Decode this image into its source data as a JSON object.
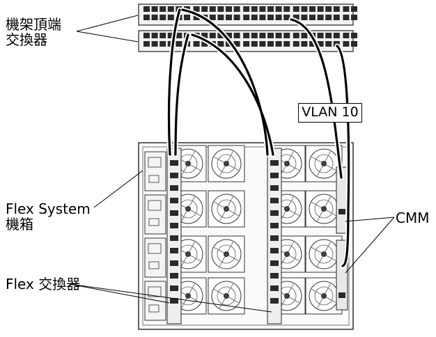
{
  "labels": {
    "tor_switch_line1": "機架頂端",
    "tor_switch_line2": "交換器",
    "chassis_line1": "Flex System",
    "chassis_line2": "機箱",
    "flex_switch": "Flex 交換器",
    "cmm": "CMM",
    "vlan": "VLAN 10"
  },
  "colors": {
    "background": "#ffffff",
    "cable": "#000000",
    "device_outline": "#222222",
    "device_fill": "#f2f2f2",
    "port_fill": "#2a2a2a",
    "fan_grille": "#333333"
  }
}
